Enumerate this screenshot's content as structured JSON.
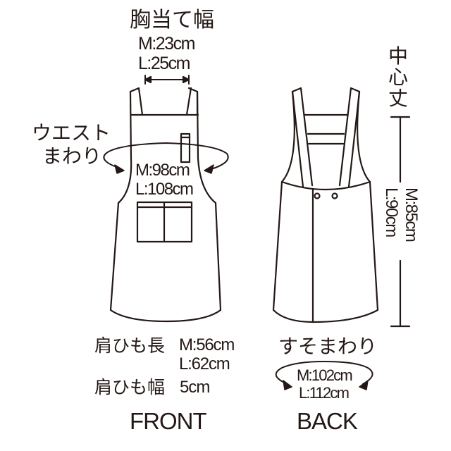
{
  "front": {
    "bib_width": {
      "label": "胸当て幅",
      "m": "M:23cm",
      "l": "L:25cm"
    },
    "waist": {
      "label_line1": "ウエスト",
      "label_line2": "まわり",
      "m": "M:98cm",
      "l": "L:108cm"
    },
    "strap_length": {
      "label": "肩ひも長",
      "m": "M:56cm",
      "l": "L:62cm"
    },
    "strap_width": {
      "label": "肩ひも幅",
      "value": "5cm"
    },
    "view_label": "FRONT"
  },
  "back": {
    "center_length": {
      "label_chars": [
        "中",
        "心",
        "丈"
      ],
      "m": "M:85cm",
      "l": "L:90cm"
    },
    "hem": {
      "label": "すそまわり",
      "m": "M:102cm",
      "l": "L:112cm"
    },
    "view_label": "BACK"
  },
  "colors": {
    "line": "#231815",
    "background": "#ffffff"
  }
}
